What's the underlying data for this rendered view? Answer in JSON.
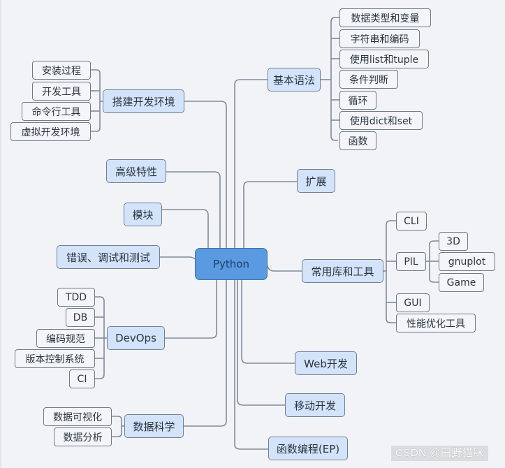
{
  "root": {
    "label": "Python"
  },
  "branches": {
    "basic_syntax": {
      "label": "基本语法",
      "children": [
        "数据类型和变量",
        "字符串和编码",
        "使用list和tuple",
        "条件判断",
        "循环",
        "使用dict和set",
        "函数"
      ]
    },
    "dev_env": {
      "label": "搭建开发环境",
      "children": [
        "安装过程",
        "开发工具",
        "命令行工具",
        "虚拟开发环境"
      ]
    },
    "advanced": {
      "label": "高级特性"
    },
    "modules": {
      "label": "模块"
    },
    "errors": {
      "label": "错误、调试和测试"
    },
    "extension": {
      "label": "扩展"
    },
    "libraries": {
      "label": "常用库和工具",
      "children": {
        "cli": "CLI",
        "pil": {
          "label": "PIL",
          "children": [
            "3D",
            "gnuplot",
            "Game"
          ]
        },
        "gui": "GUI",
        "perf": "性能优化工具"
      }
    },
    "devops": {
      "label": "DevOps",
      "children": [
        "TDD",
        "DB",
        "编码规范",
        "版本控制系统",
        "CI"
      ]
    },
    "data_science": {
      "label": "数据科学",
      "children": [
        "数据可视化",
        "数据分析"
      ]
    },
    "web": {
      "label": "Web开发"
    },
    "mobile": {
      "label": "移动开发"
    },
    "functional": {
      "label": "函数编程(EP)"
    }
  },
  "watermark": {
    "text": "CSDN @田野猫咪"
  },
  "colors": {
    "background": "#f2f3f7",
    "root_fill": "#5a9ae0",
    "main_fill": "#d3e3fa",
    "leaf_fill": "#f3f5f8",
    "connector": "#7f8b99"
  }
}
